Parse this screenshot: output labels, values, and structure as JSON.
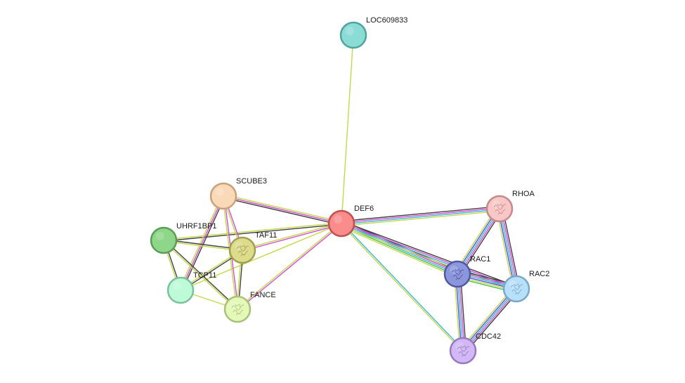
{
  "graph": {
    "nodes": [
      {
        "id": "DEF6",
        "label": "DEF6",
        "fill": "#fa8c8c",
        "stroke": "#c05050",
        "structure": false
      },
      {
        "id": "LOC609833",
        "label": "LOC609833",
        "fill": "#8cdcd6",
        "stroke": "#50a49e",
        "structure": false
      },
      {
        "id": "SCUBE3",
        "label": "SCUBE3",
        "fill": "#fad9b8",
        "stroke": "#c8a07a",
        "structure": false
      },
      {
        "id": "UHRF1BP1",
        "label": "UHRF1BP1",
        "fill": "#8ed68a",
        "stroke": "#5a9e56",
        "structure": false
      },
      {
        "id": "TAF11",
        "label": "TAF11",
        "fill": "#dcdc8c",
        "stroke": "#a0a050",
        "structure": true
      },
      {
        "id": "TCP11",
        "label": "TCP11",
        "fill": "#bcfad8",
        "stroke": "#7cc09c",
        "structure": false
      },
      {
        "id": "FANCE",
        "label": "FANCE",
        "fill": "#e4f8b8",
        "stroke": "#a8c078",
        "structure": true
      },
      {
        "id": "RHOA",
        "label": "RHOA",
        "fill": "#f8c8c8",
        "stroke": "#c88888",
        "structure": true
      },
      {
        "id": "RAC1",
        "label": "RAC1",
        "fill": "#8c96dc",
        "stroke": "#5058a0",
        "structure": true
      },
      {
        "id": "RAC2",
        "label": "RAC2",
        "fill": "#b8e0fa",
        "stroke": "#78a8c8",
        "structure": true
      },
      {
        "id": "CDC42",
        "label": "CDC42",
        "fill": "#d2b8f4",
        "stroke": "#9878c0",
        "structure": true
      }
    ],
    "edges": [
      {
        "source": "DEF6",
        "target": "LOC609833",
        "types": [
          "textmining"
        ]
      },
      {
        "source": "DEF6",
        "target": "SCUBE3",
        "types": [
          "coexpression",
          "experiments",
          "textmining"
        ]
      },
      {
        "source": "DEF6",
        "target": "UHRF1BP1",
        "types": [
          "coexpression",
          "textmining"
        ]
      },
      {
        "source": "DEF6",
        "target": "TAF11",
        "types": [
          "experiments",
          "textmining"
        ]
      },
      {
        "source": "DEF6",
        "target": "TCP11",
        "types": [
          "textmining"
        ]
      },
      {
        "source": "DEF6",
        "target": "FANCE",
        "types": [
          "experiments",
          "textmining"
        ]
      },
      {
        "source": "DEF6",
        "target": "RHOA",
        "types": [
          "coexpression",
          "experiments",
          "databases",
          "textmining"
        ]
      },
      {
        "source": "DEF6",
        "target": "RAC1",
        "types": [
          "coexpression",
          "experiments",
          "databases",
          "neighborhood",
          "textmining"
        ]
      },
      {
        "source": "DEF6",
        "target": "RAC2",
        "types": [
          "coexpression",
          "experiments",
          "databases",
          "textmining"
        ]
      },
      {
        "source": "DEF6",
        "target": "CDC42",
        "types": [
          "databases",
          "textmining"
        ]
      },
      {
        "source": "SCUBE3",
        "target": "TAF11",
        "types": [
          "experiments",
          "textmining"
        ]
      },
      {
        "source": "SCUBE3",
        "target": "TCP11",
        "types": [
          "coexpression",
          "experiments",
          "textmining"
        ]
      },
      {
        "source": "SCUBE3",
        "target": "FANCE",
        "types": [
          "experiments",
          "textmining"
        ]
      },
      {
        "source": "UHRF1BP1",
        "target": "TAF11",
        "types": [
          "coexpression",
          "textmining"
        ]
      },
      {
        "source": "UHRF1BP1",
        "target": "TCP11",
        "types": [
          "coexpression",
          "textmining"
        ]
      },
      {
        "source": "UHRF1BP1",
        "target": "FANCE",
        "types": [
          "coexpression",
          "textmining"
        ]
      },
      {
        "source": "TAF11",
        "target": "TCP11",
        "types": [
          "coexpression",
          "textmining"
        ]
      },
      {
        "source": "TAF11",
        "target": "FANCE",
        "types": [
          "coexpression",
          "textmining"
        ]
      },
      {
        "source": "TCP11",
        "target": "FANCE",
        "types": [
          "textmining"
        ]
      },
      {
        "source": "RHOA",
        "target": "RAC1",
        "types": [
          "coexpression",
          "experiments",
          "databases",
          "homology",
          "textmining"
        ]
      },
      {
        "source": "RHOA",
        "target": "RAC2",
        "types": [
          "coexpression",
          "experiments",
          "databases",
          "homology",
          "textmining"
        ]
      },
      {
        "source": "RAC1",
        "target": "RAC2",
        "types": [
          "coexpression",
          "experiments",
          "databases",
          "homology",
          "textmining",
          "neighborhood"
        ]
      },
      {
        "source": "RAC1",
        "target": "CDC42",
        "types": [
          "coexpression",
          "experiments",
          "databases",
          "homology",
          "textmining"
        ]
      },
      {
        "source": "RAC2",
        "target": "CDC42",
        "types": [
          "coexpression",
          "experiments",
          "databases",
          "homology",
          "textmining"
        ]
      }
    ]
  },
  "edge_colors": {
    "textmining": "#c4d84a",
    "experiments": "#d44bd4",
    "databases": "#38b8d8",
    "coexpression": "#404040",
    "homology": "#5050d8",
    "neighborhood": "#48c048"
  }
}
